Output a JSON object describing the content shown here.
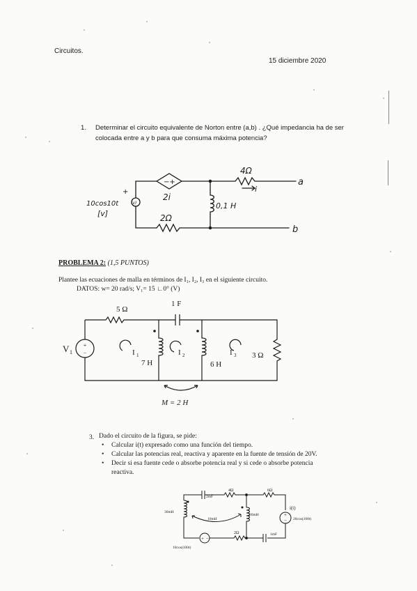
{
  "header": {
    "course": "Circuitos.",
    "date": "15 diciembre 2020"
  },
  "problem1": {
    "number": "1.",
    "line1": "Determinar el circuito equivalente de Norton entre (a,b) . ¿Qué impedancia ha de ser",
    "line2": "colocada entre a y b  para que consuma máxima potencia?",
    "circuit": {
      "source": "10cos10t",
      "source_symbol": "(v)",
      "source_unit": "[v]",
      "source_plus": "+",
      "dep_source_signs": "−+",
      "dep_source_label": "2i",
      "r_top": "4Ω",
      "r_bottom": "2Ω",
      "inductor": "0,1 H",
      "current": "i",
      "terminal_a": "a",
      "terminal_b": "b"
    }
  },
  "problem2": {
    "title": "PROBLEMA 2:",
    "points": "(1,5 PUNTOS)",
    "line1": "Plantee las ecuaciones de malla en términos de I₁, I₂, I₃ en el siguiente circuito.",
    "line2": "DATOS: w= 20 rad/s; V₁= 15 ∟0° (V)",
    "circuit": {
      "r1": "5 Ω",
      "cap": "1 F",
      "source": "V",
      "source_sub": "1",
      "l1": "7 H",
      "l2": "6 H",
      "r2": "3 Ω",
      "i1": "I",
      "i1_sub": "1",
      "i2": "I",
      "i2_sub": "2",
      "i3": "I",
      "i3_sub": "3",
      "mutual": "M = 2 H"
    }
  },
  "problem3": {
    "number": "3.",
    "intro": "Dado el circuito de la figura, se pide:",
    "bullets": [
      "Calcular i(t) expresado como una función del tiempo.",
      "Calcular las potencias real, reactiva y aparente en la fuente de tensión de 20V.",
      "Decir si esa fuente cede o absorbe potencia real y si cede o absorbe potencia",
      "reactiva."
    ],
    "circuit": {
      "cap_top": "2mF",
      "r_top1": "4Ω",
      "r_top2": "6Ω",
      "l_left": "30mH",
      "l_mid": "20mH",
      "mutual": "10mH",
      "current": "i(t)",
      "source_right": "20cos(100t)",
      "r_bottom": "2Ω",
      "cap_bottom": "1mF",
      "source_bottom": "10cos(100t)"
    }
  }
}
